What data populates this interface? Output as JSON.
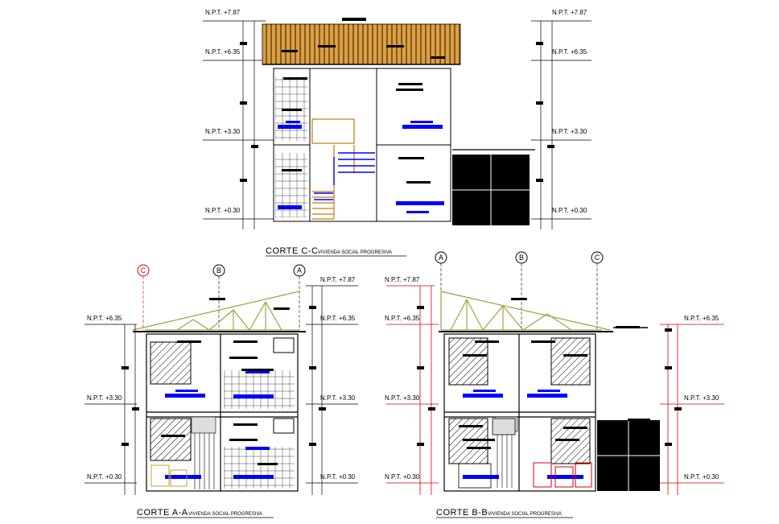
{
  "sections": [
    {
      "id": "c-c",
      "title": "CORTE  C-C",
      "subtitle": "VIVIENDA SOCIAL PROGRESIVA",
      "levels_left": [
        "N.P.T. +7.87",
        "N.P.T. +6.35",
        "N.P.T. +3.30",
        "N.P.T. +0.30"
      ],
      "levels_right": [
        "N.P.T. +7.87",
        "N.P.T. +6.35",
        "N.P.T. +3.30",
        "N.P.T. +0.30"
      ]
    },
    {
      "id": "a-a",
      "title": "CORTE A-A",
      "subtitle": "VIVIENDA SOCIAL PROGRESIVA",
      "axes": [
        "C",
        "B",
        "A"
      ],
      "levels_left": [
        "N.P.T. +6.35",
        "N.P.T. +3.30",
        "N.P.T. +0.30"
      ],
      "levels_right": [
        "N.P.T. +7.87",
        "N.P.T. +6.35",
        "N.P.T. +3.30",
        "N.P.T. +0.30"
      ]
    },
    {
      "id": "b-b",
      "title": "CORTE B-B",
      "subtitle": "VIVIENDA SOCIAL PROGRESIVA",
      "axes": [
        "A",
        "B",
        "C"
      ],
      "levels_left": [
        "N.P.T. +7.87",
        "N.P.T. +6.35",
        "N.P.T. +3.30",
        "N.P.T. +0.30"
      ],
      "levels_right": [
        "N.P.T. +6.35",
        "N.P.T. +3.30",
        "N.P.T. +0.30"
      ]
    }
  ],
  "colors": {
    "line": "#000000",
    "dimension_red": "#d40000",
    "roof_wood": "#c98a2e",
    "truss_olive": "#a0a040",
    "furniture_blue": "#0000ff",
    "stair_orange": "#c07a10",
    "axis_red": "#d40000"
  }
}
